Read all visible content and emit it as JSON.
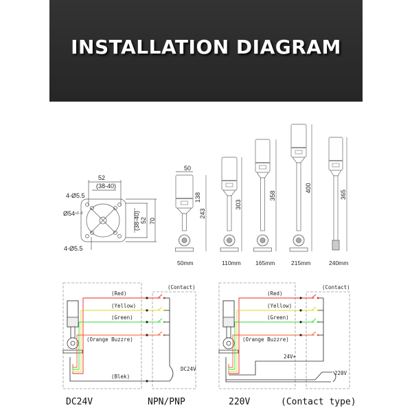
{
  "header": {
    "title": "INSTALLATION DIAGRAM"
  },
  "mount_plate": {
    "width": "52",
    "hole_spacing": "(38-40)",
    "holes_top": "4-Ø5.5",
    "holes_bottom": "4-Ø5.5",
    "cutout": "Ø54",
    "cutout_tol": "+3 -0",
    "v_spacing": "(38-40)",
    "v_width": "52",
    "height": "70"
  },
  "towers": [
    {
      "label": "50mm",
      "width_dim": "50",
      "head_dim": "138",
      "height_dim": "243"
    },
    {
      "label": "110mm",
      "height_dim": "303"
    },
    {
      "label": "165mm",
      "height_dim": "358"
    },
    {
      "label": "215mm",
      "height_dim": "400"
    },
    {
      "label": "240mm",
      "height_dim": "365"
    }
  ],
  "wiring": {
    "wire_labels": {
      "red": "(Red)",
      "yellow": "(Yellow)",
      "green": "(Green)",
      "orange": "(Orange Buzzre)",
      "black": "(Blek)"
    },
    "contact": "(Contact)",
    "dc24v_supply": "DC24V",
    "v24_plus": "24V+",
    "v220_supply": "220V",
    "colors": {
      "red": "#e8262a",
      "yellow": "#d9d92a",
      "green": "#3fd33a",
      "orange": "#f05a2a",
      "black": "#222222"
    },
    "captions": {
      "left_voltage": "DC24V",
      "left_type": "NPN/PNP",
      "right_voltage": "220V",
      "right_type": "(Contact type)"
    }
  }
}
